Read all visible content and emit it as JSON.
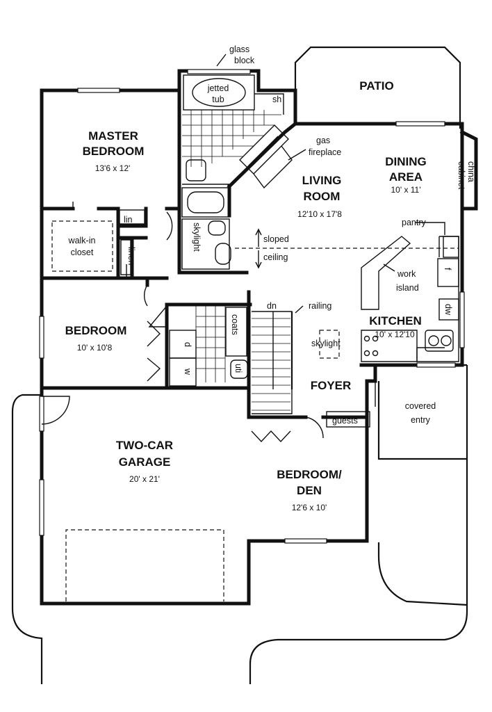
{
  "rooms": {
    "patio": "PATIO",
    "master_bedroom_line1": "MASTER",
    "master_bedroom_line2": "BEDROOM",
    "master_bedroom_dim": "13'6 x 12'",
    "dining_line1": "DINING",
    "dining_line2": "AREA",
    "dining_dim": "10' x 11'",
    "living_line1": "LIVING",
    "living_line2": "ROOM",
    "living_dim": "12'10 x 17'8",
    "bedroom": "BEDROOM",
    "bedroom_dim": "10' x 10'8",
    "kitchen": "KITCHEN",
    "kitchen_dim": "10' x 12'10",
    "foyer": "FOYER",
    "garage_line1": "TWO-CAR",
    "garage_line2": "GARAGE",
    "garage_dim": "20' x 21'",
    "den_line1": "BEDROOM/",
    "den_line2": "DEN",
    "den_dim": "12'6 x 10'"
  },
  "notes": {
    "glass_line1": "glass",
    "glass_line2": "block",
    "jetted_line1": "jetted",
    "jetted_line2": "tub",
    "sh": "sh",
    "gas": "gas",
    "fireplace": "fireplace",
    "china_line1": "china",
    "china_line2": "cabinet",
    "pantry": "pantry",
    "lin": "lin",
    "walkin_line1": "walk-in",
    "walkin_line2": "closet",
    "linen": "linen",
    "skylight_bath": "skylight",
    "sloped": "sloped",
    "ceiling": "ceiling",
    "work": "work",
    "island": "island",
    "dn": "dn",
    "railing": "railing",
    "coats": "coats",
    "d": "d",
    "w": "w",
    "skylight_foyer": "skylight",
    "f": "f",
    "dw": "dw",
    "uti": "uti",
    "guests": "guests",
    "covered": "covered",
    "entry": "entry"
  }
}
